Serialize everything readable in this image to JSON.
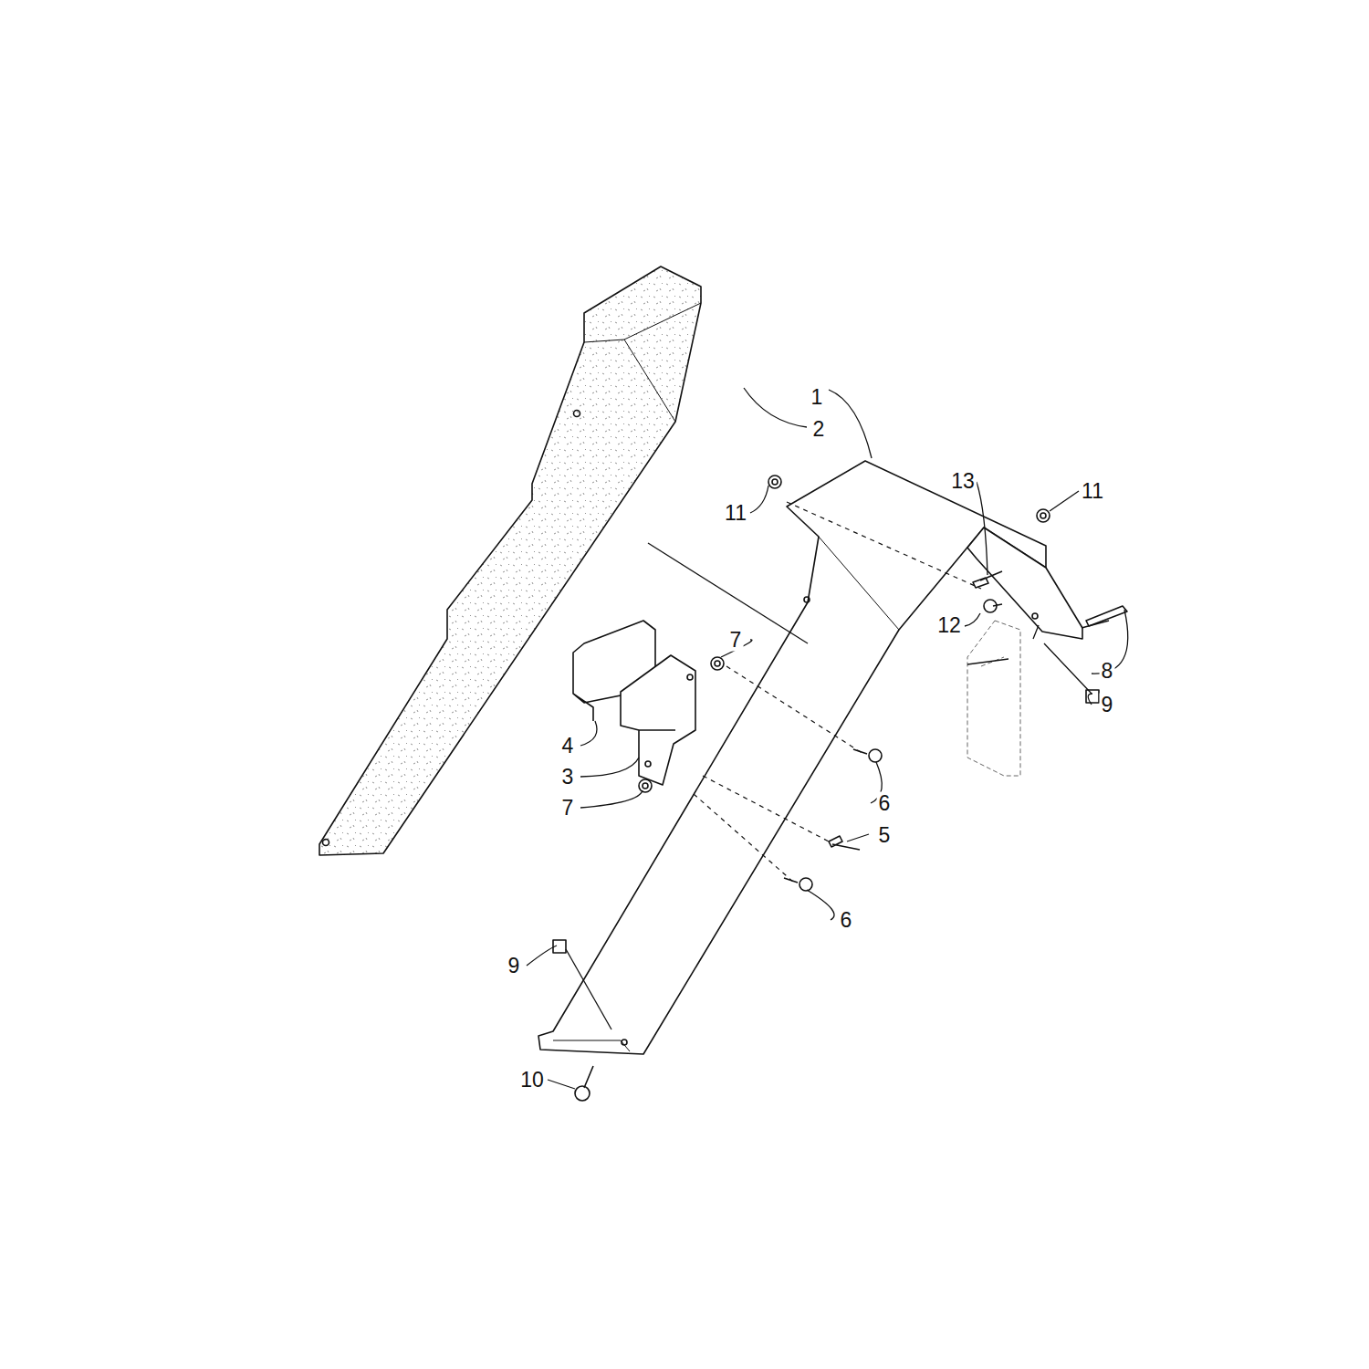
{
  "diagram": {
    "labels": [
      "1",
      "2",
      "13",
      "11",
      "11",
      "12",
      "7",
      "8",
      "9",
      "4",
      "3",
      "6",
      "7",
      "5",
      "6",
      "9",
      "10"
    ]
  }
}
